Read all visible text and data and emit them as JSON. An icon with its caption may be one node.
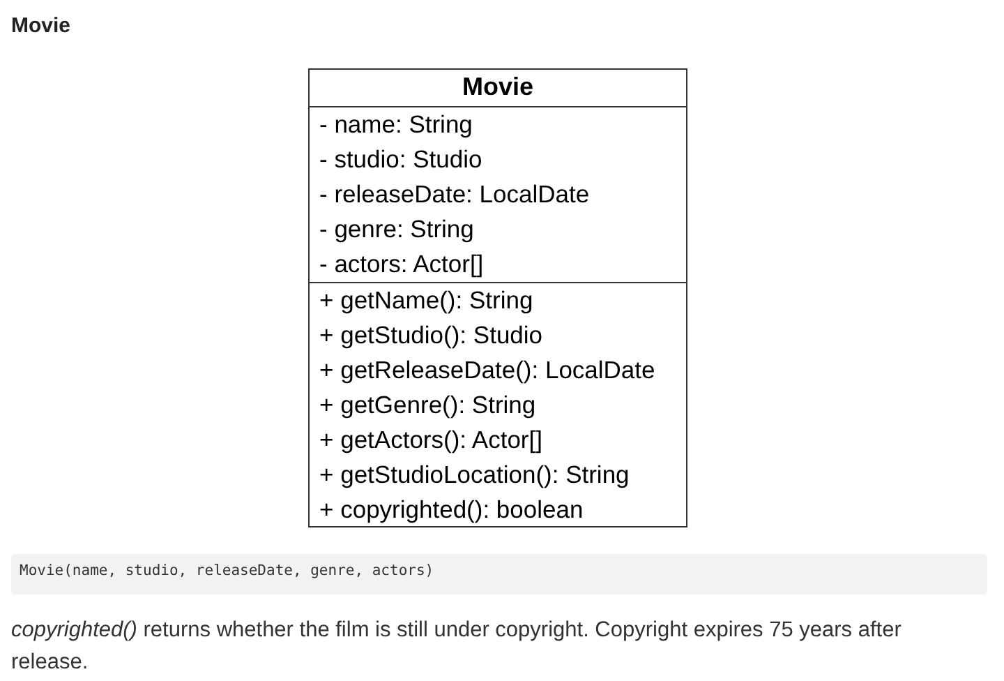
{
  "diagram": {
    "title": "Movie",
    "nodes": [
      {
        "text": [
          "Movie"
        ]
      },
      {
        "text": [
          "- name: String",
          "- studio: Studio",
          "- releaseDate: LocalDate",
          "- genre: String",
          "- actors: Actor[]"
        ],
        "in": 0
      },
      {
        "text": [
          "+ getName(): String",
          "+ getStudio(): Studio",
          "+ getReleaseDate(): LocalDate",
          "+ getGenre(): String",
          "+ getActors(): Actor[]",
          "+ getStudioLocation(): String",
          "+ copyrighted(): boolean"
        ],
        "in": 0
      }
    ],
    "labels": [
      "Movie(name, studio, releaseDate, genre, actors)",
      "*copyrighted()* returns whether the film is still under copyright. Copyright expires 75 years after release."
    ]
  }
}
